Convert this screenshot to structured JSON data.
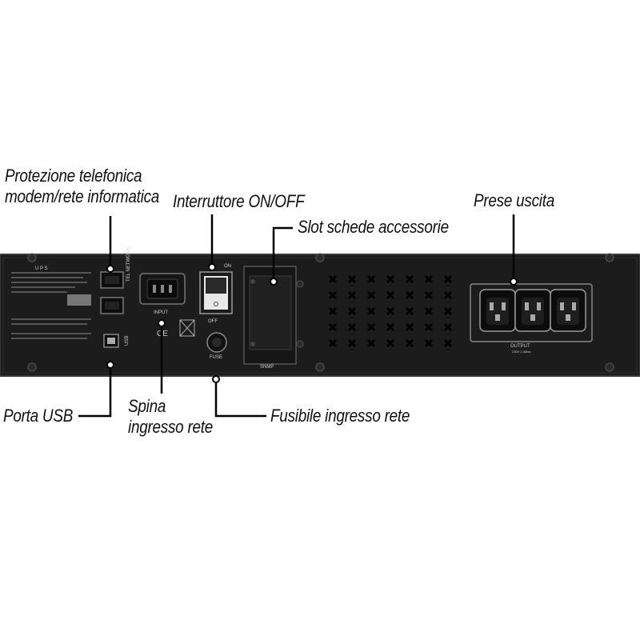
{
  "callouts": {
    "protezione": [
      "Protezione telefonica",
      "modem/rete informatica"
    ],
    "interruttore": "Interruttore ON/OFF",
    "slot": "Slot schede accessorie",
    "prese": "Prese uscita",
    "usb": "Porta USB",
    "spina": [
      "Spina",
      "ingresso rete"
    ],
    "fusibile": "Fusibile ingresso rete"
  },
  "panel_text": {
    "tel_label": "TEL NETWORK",
    "usb_label": "USB",
    "input_label": "INPUT",
    "off_label": "OFF",
    "on_label": "ON",
    "fuse_label": "FUSE",
    "snmp_label": "SNMP",
    "output_label": "OUTPUT",
    "output_sub": "230V 2.4Max",
    "ups_title": "U P S"
  },
  "colors": {
    "panel": "#1c1c1c",
    "panel_edge": "#333333",
    "leader": "#000000"
  }
}
